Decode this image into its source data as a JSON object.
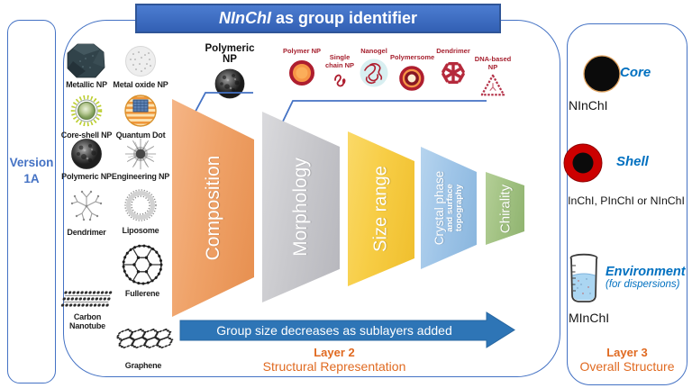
{
  "banner": {
    "title_em": "NInChI",
    "title_rest": " as group identifier"
  },
  "version_panel": {
    "line1": "Version",
    "line2": "1A"
  },
  "np_grid": {
    "items": [
      {
        "label": "Metallic NP",
        "icon": "metallic-np-icon"
      },
      {
        "label": "Metal oxide NP",
        "icon": "metal-oxide-np-icon"
      },
      {
        "label": "Core-shell NP",
        "icon": "core-shell-np-icon"
      },
      {
        "label": "Quantum Dot",
        "icon": "quantum-dot-icon"
      },
      {
        "label": "Polymeric NP",
        "icon": "polymeric-np-icon"
      },
      {
        "label": "Engineering NP",
        "icon": "engineering-np-icon"
      },
      {
        "label": "Dendrimer",
        "icon": "dendrimer-icon"
      },
      {
        "label": "Liposome",
        "icon": "liposome-icon"
      },
      {
        "label": "Fullerene",
        "icon": "fullerene-icon"
      },
      {
        "label": "Carbon Nanotube",
        "icon": "carbon-nanotube-icon"
      },
      {
        "label": "Graphene",
        "icon": "graphene-icon"
      }
    ]
  },
  "polymeric_callout": {
    "label": "Polymeric NP",
    "icon": "polymeric-np-sphere-icon"
  },
  "polymer_row": {
    "items": [
      {
        "label": "Polymer NP",
        "icon": "polymer-np-icon"
      },
      {
        "label": "Single chain NP",
        "icon": "single-chain-np-icon"
      },
      {
        "label": "Nanogel",
        "icon": "nanogel-icon"
      },
      {
        "label": "Polymersome",
        "icon": "polymersome-icon"
      },
      {
        "label": "Dendrimer",
        "icon": "dendrimer-red-icon"
      },
      {
        "label": "DNA-based NP",
        "icon": "dna-based-np-icon"
      }
    ]
  },
  "funnel": {
    "layers": [
      {
        "label": "Composition",
        "color": "#EFA268"
      },
      {
        "label": "Morphology",
        "color": "#C9C9CD"
      },
      {
        "label": "Size range",
        "color": "#F7CD45"
      },
      {
        "label": "Crystal phase",
        "sub1": "and surface",
        "sub2": "topography",
        "color": "#9FC5E8"
      },
      {
        "label": "Chirality",
        "color": "#A2C283"
      }
    ]
  },
  "arrow": {
    "label": "Group size decreases as sublayers added"
  },
  "layer2": {
    "title": "Layer 2",
    "subtitle": "Structural Representation"
  },
  "right_panel": {
    "core": {
      "label": "Core",
      "value": "NInChI",
      "icon": "core-icon"
    },
    "shell": {
      "label": "Shell",
      "value": "InChI, PInChI or NInChI",
      "icon": "shell-icon"
    },
    "environment": {
      "label": "Environment",
      "sublabel": "(for dispersions)",
      "value": "MInChI",
      "icon": "beaker-icon"
    },
    "footer_title": "Layer 3",
    "footer_subtitle": "Overall Structure"
  },
  "colors": {
    "accent_blue": "#4472C4",
    "banner_blue": "#3A68BE",
    "banner_border": "#2F5597",
    "arrow_blue": "#2E75B6",
    "label_blue": "#0070C0",
    "layer_orange": "#E06A21",
    "dark_red": "#A6212F",
    "funnel_orange": "#EFA268",
    "funnel_gray": "#C9C9CD",
    "funnel_yellow": "#F7CD45",
    "funnel_blue": "#9FC5E8",
    "funnel_green": "#A2C283"
  }
}
